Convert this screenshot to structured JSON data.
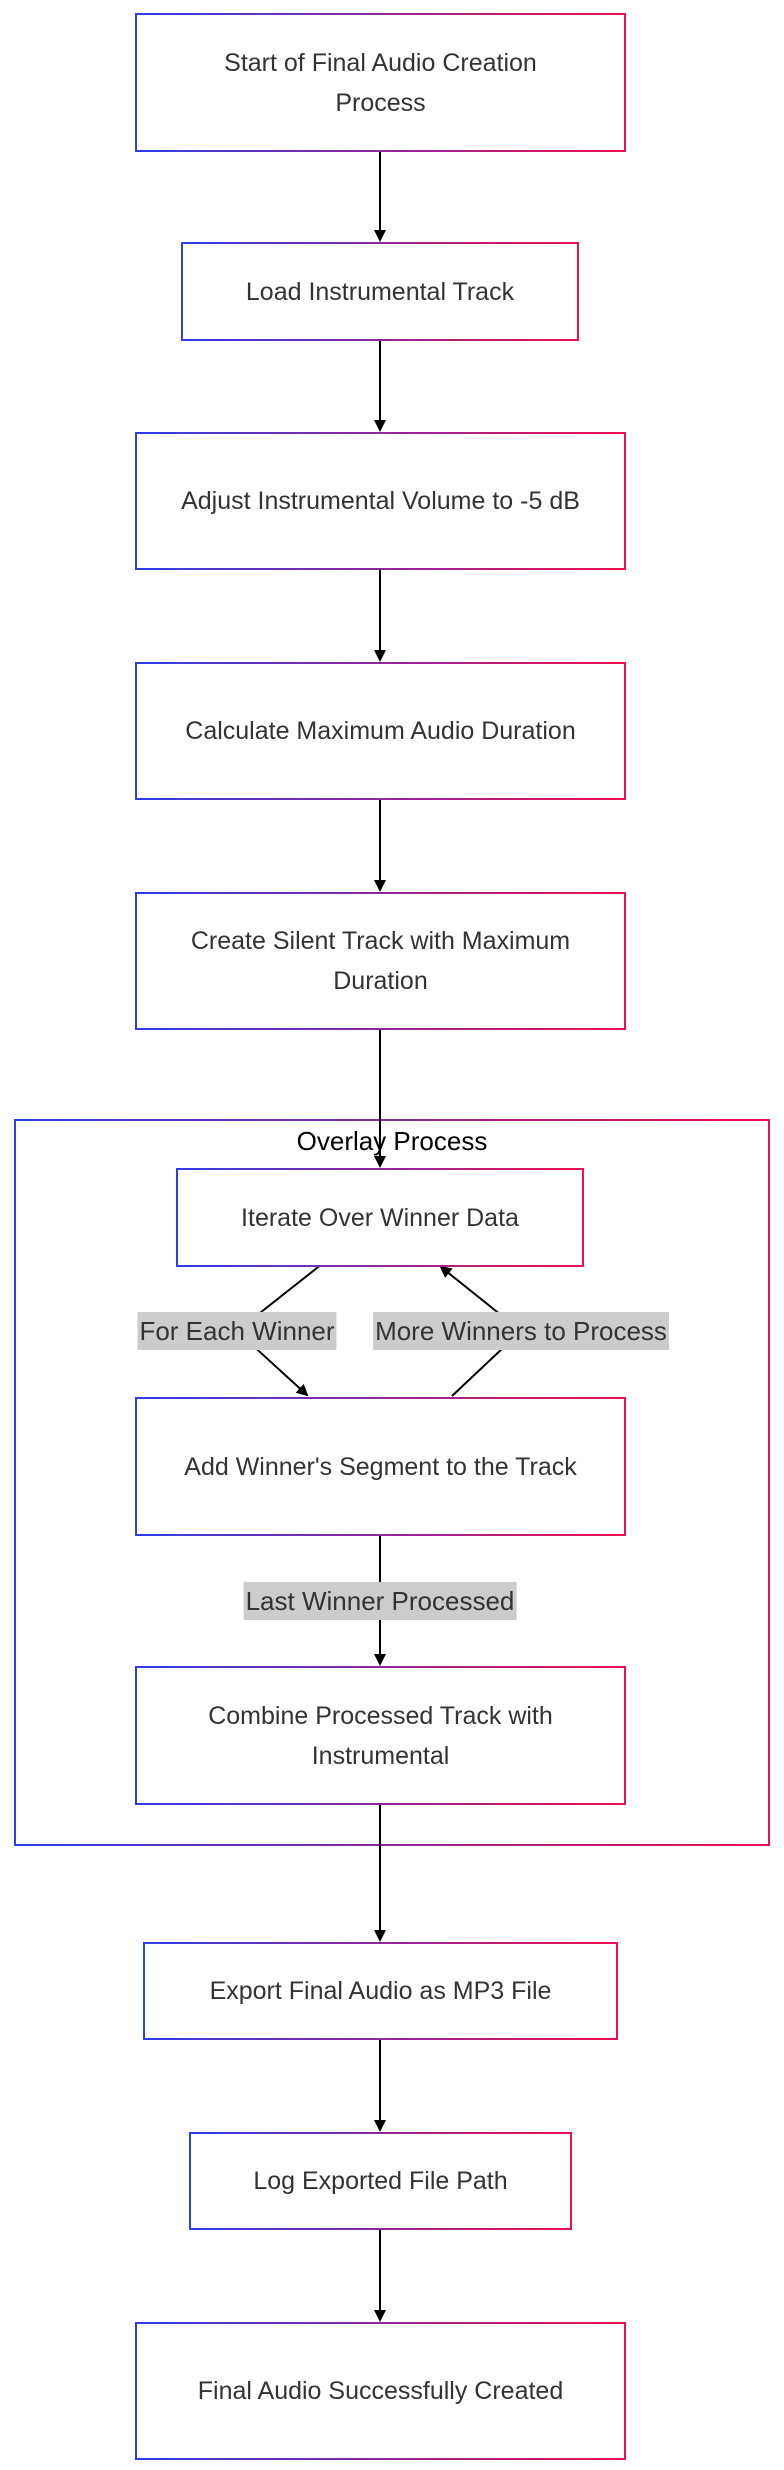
{
  "colors": {
    "gradient_start": "#2e3ee8",
    "gradient_end": "#f0104f",
    "edge": "#000000",
    "edge_label_bg": "#cccccc",
    "node_text": "#333333"
  },
  "cluster": {
    "label": "Overlay Process"
  },
  "nodes": {
    "start": "Start of Final Audio Creation Process",
    "load_instrumental": "Load Instrumental Track",
    "adjust_volume": "Adjust Instrumental Volume to -5 dB",
    "calc_duration": "Calculate Maximum Audio Duration",
    "silent_track": "Create Silent Track with Maximum Duration",
    "iterate_winners": "Iterate Over Winner Data",
    "add_segment": "Add Winner's Segment to the Track",
    "combine": "Combine Processed Track with Instrumental",
    "export": "Export Final Audio as MP3 File",
    "log_path": "Log Exported File Path",
    "final": "Final Audio Successfully Created"
  },
  "edges": {
    "for_each_winner": "For Each Winner",
    "more_winners": "More Winners to Process",
    "last_winner": "Last Winner Processed"
  }
}
